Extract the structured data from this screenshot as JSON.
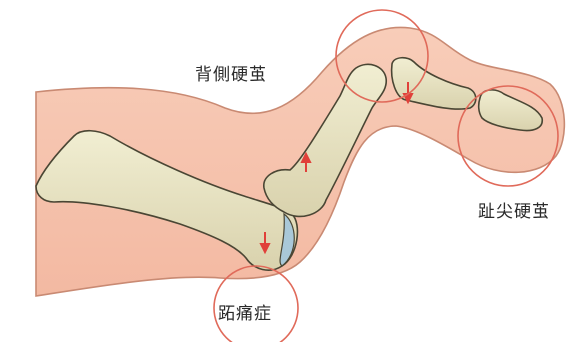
{
  "labels": {
    "dorsal_callus": "背側硬茧",
    "tip_callus": "趾尖硬茧",
    "metatarsalgia": "跖痛症"
  },
  "colors": {
    "skin": "#f6c3ad",
    "skin_outline": "#c98a73",
    "bone": "#ece8c7",
    "bone_shadow": "#cfc7a0",
    "bone_outline": "#4a4634",
    "highlight_circle": "#e06a5a",
    "arrow": "#e0403a",
    "cartilage": "#a9c8d8"
  },
  "icons": {
    "force_arrow": "red-arrow"
  }
}
